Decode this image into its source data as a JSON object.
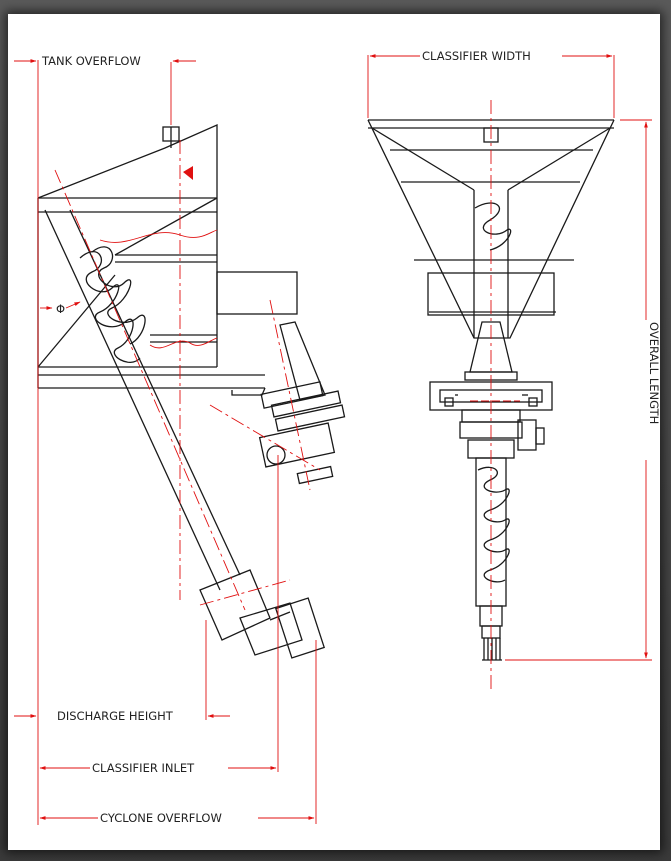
{
  "dimension_labels": {
    "tank_overflow": "TANK OVERFLOW",
    "classifier_width": "CLASSIFIER WIDTH",
    "overall_length": "OVERALL LENGTH",
    "discharge_height": "DISCHARGE HEIGHT",
    "classifier_inlet": "CLASSIFIER INLET",
    "cyclone_overflow": "CYCLONE OVERFLOW",
    "angle_symbol": "Φ"
  },
  "colors": {
    "line": "#1a1a1a",
    "dimension": "#e01010",
    "centerline": "#e01010",
    "background": "#ffffff"
  }
}
